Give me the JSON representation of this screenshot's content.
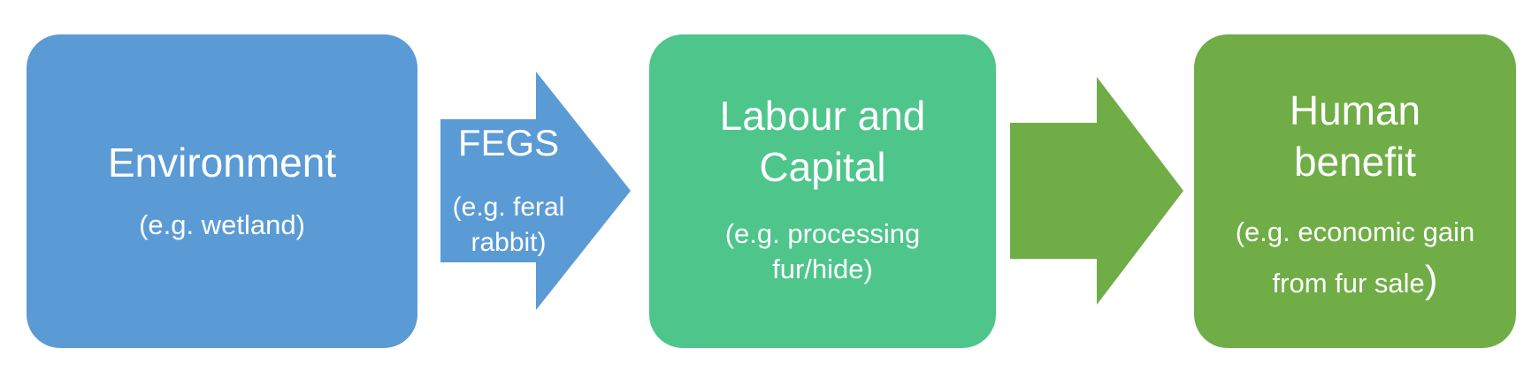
{
  "colors": {
    "environment": "#5b9bd5",
    "labour_capital": "#4ec58b",
    "human_benefit": "#70ad47"
  },
  "boxes": {
    "environment": {
      "title": "Environment",
      "example": "(e.g. wetland)"
    },
    "labour_capital": {
      "title": "Labour and\nCapital",
      "example": "(e.g.  processing\nfur/hide)"
    },
    "human_benefit": {
      "title": "Human\nbenefit",
      "example_text": "(e.g. economic gain\nfrom fur sale",
      "example_close": ")"
    }
  },
  "arrows": {
    "fegs": {
      "label": "FEGS",
      "example": "(e.g. feral\nrabbit)"
    }
  }
}
